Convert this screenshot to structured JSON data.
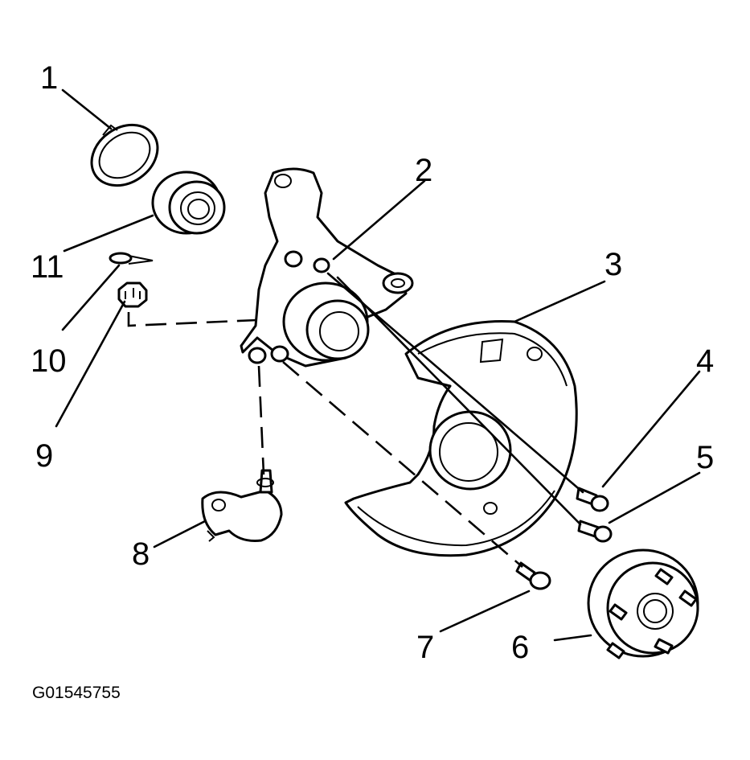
{
  "callouts": [
    {
      "id": "1",
      "label": "1"
    },
    {
      "id": "2",
      "label": "2"
    },
    {
      "id": "3",
      "label": "3"
    },
    {
      "id": "4",
      "label": "4"
    },
    {
      "id": "5",
      "label": "5"
    },
    {
      "id": "6",
      "label": "6"
    },
    {
      "id": "7",
      "label": "7"
    },
    {
      "id": "8",
      "label": "8"
    },
    {
      "id": "9",
      "label": "9"
    },
    {
      "id": "10",
      "label": "10"
    },
    {
      "id": "11",
      "label": "11"
    }
  ],
  "figure_id": "G01545755"
}
